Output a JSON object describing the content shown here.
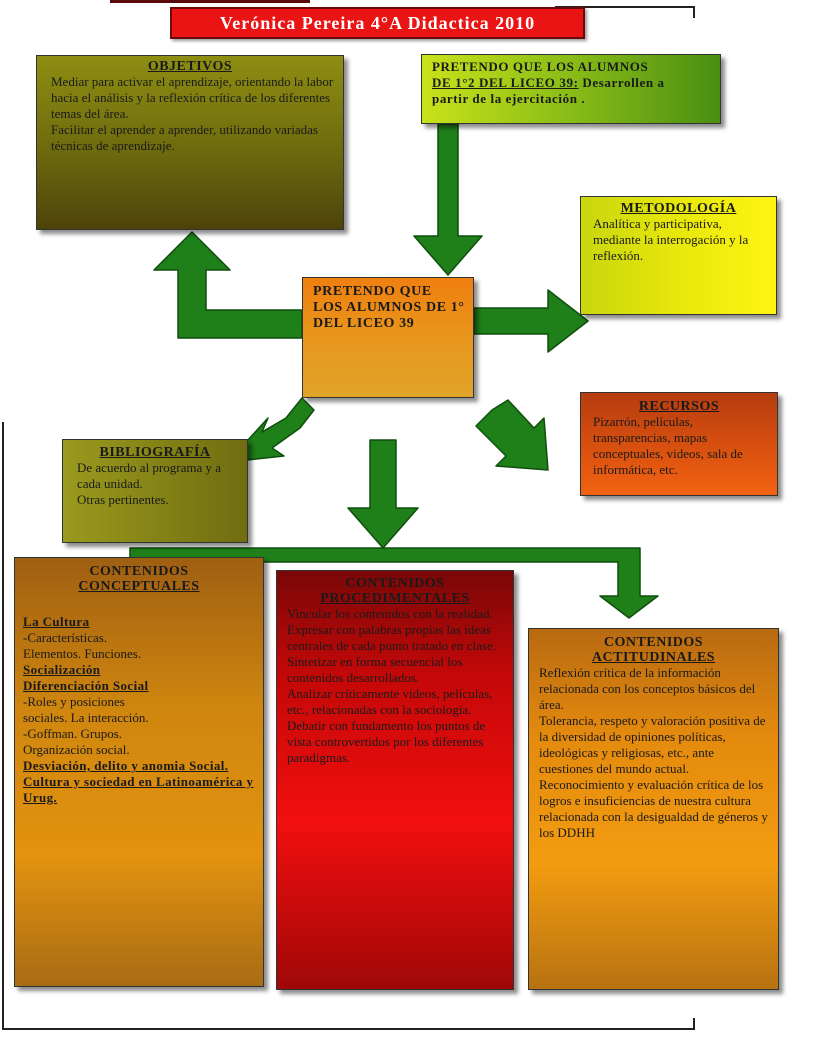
{
  "title": "Verónica Pereira 4°A Didactica 2010",
  "colors": {
    "arrow_fill": "#1f7f18",
    "arrow_edge": "#0f4f0d",
    "title_bg": "#ea1414"
  },
  "objetivos": {
    "title": "OBJETIVOS",
    "lines": [
      "Mediar para activar el aprendizaje, orientando la labor hacia el análisis y la reflexión crítica de los diferentes temas del área.",
      "Facilitar el aprender a aprender, utilizando variadas técnicas de aprendizaje."
    ]
  },
  "pretendo_top": {
    "line1": "PRETENDO QUE LOS ALUMNOS",
    "line2_link": "DE 1°2 DEL LICEO 39:",
    "line2_rest": " Desarrollen a",
    "line3": "partir de la ejercitación ."
  },
  "metodologia": {
    "title": "METODOLOGÍA",
    "text": "Analítica y participativa, mediante la interrogación y la reflexión."
  },
  "centro": {
    "text": "PRETENDO QUE LOS ALUMNOS DE 1° DEL LICEO 39"
  },
  "recursos": {
    "title": "RECURSOS",
    "text": "Pizarrón, películas, transparencias, mapas conceptuales, videos, sala de informática, etc."
  },
  "bibliografia": {
    "title": "BIBLIOGRAFÍA",
    "lines": [
      "De acuerdo al programa y a cada unidad.",
      "Otras pertinentes."
    ]
  },
  "conceptuales": {
    "title_l1": "CONTENIDOS",
    "title_l2": "CONCEPTUALES",
    "la_cultura": "La Cultura",
    "caract": "-Características.",
    "elementos": "Elementos. Funciones.",
    "socializacion": "Socialización",
    "diferenciacion": "Diferenciación Social",
    "roles": "-Roles y posiciones",
    "sociales": "sociales. La interacción.",
    "goffman": "-Goffman. Grupos.",
    "organizacion": "Organización social.",
    "desviacion": "Desviación, delito y anomia Social.",
    "cultura_soc": "Cultura y sociedad en Latinoamérica y Urug."
  },
  "procedimentales": {
    "title_l1": "CONTENIDOS",
    "title_l2": "PROCEDIMENTALES",
    "lines": [
      "Vincular los contenidos con la realidad.",
      "Expresar con palabras propias las ideas centrales de cada punto tratado en clase.",
      "Sintetizar en forma secuencial los contenidos desarrollados.",
      "Analizar críticamente videos, películas, etc., relacionadas con la sociología.",
      "Debatir con fundamento los puntos de vista controvertidos por los diferentes paradigmas."
    ]
  },
  "actitudinales": {
    "title_l1": "CONTENIDOS",
    "title_l2": "ACTITUDINALES",
    "lines": [
      "Reflexión crítica de la información relacionada con los conceptos básicos del área.",
      "Tolerancia, respeto y valoración positiva de la diversidad de opiniones políticas, ideológicas y religiosas, etc., ante cuestiones del mundo actual.",
      "Reconocimiento y evaluación crítica de los logros e insuficiencias de nuestra cultura relacionada con la desigualdad de géneros y los DDHH"
    ]
  }
}
